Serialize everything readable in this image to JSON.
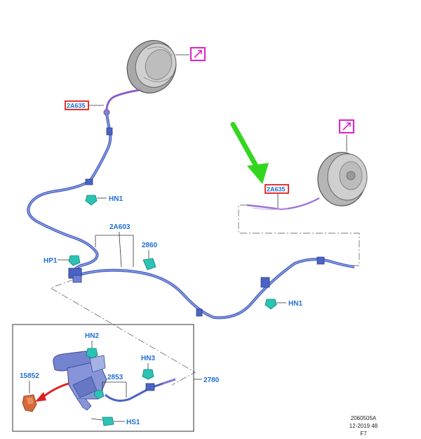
{
  "labels": {
    "upper_cable": "2A635",
    "right_cable": "2A635",
    "front_cable": "2A603",
    "clip_2860": "2860",
    "hn1_top": "HN1",
    "hn1_right": "HN1",
    "hp1": "HP1",
    "hn2": "HN2",
    "hn3": "HN3",
    "cable_2853": "2853",
    "hs1": "HS1",
    "lever_2780": "2780",
    "part_15852": "15852"
  },
  "footer": {
    "line1": "2060505A",
    "line2": "12-2019 48",
    "line3": "F7"
  },
  "colors": {
    "cable": "#4a63c4",
    "label": "#1f6fd6",
    "callout_box": "#e0201b",
    "link_icon": "#e020c8",
    "arrow_green": "#33d61f",
    "arrow_red": "#e02020",
    "clip": "#2bc3b4",
    "part_brown": "#d46a3a"
  },
  "icons": {
    "external_link": "external-link-icon",
    "pointer_arrow": "green-arrow-icon"
  }
}
